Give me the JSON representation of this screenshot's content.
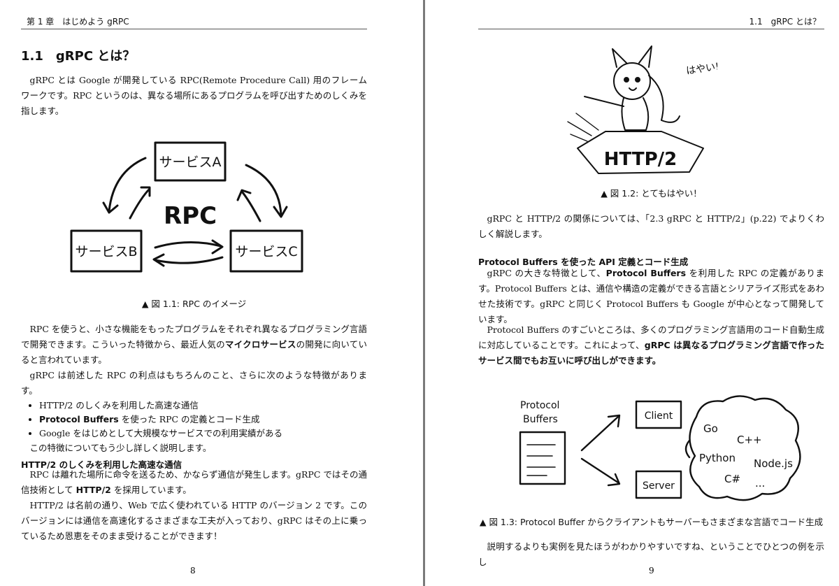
{
  "left": {
    "header": "第 1 章　はじめよう gRPC",
    "section_title": "1.1　gRPC とは？",
    "intro": "gRPC とは Google が開発している RPC(Remote Procedure Call) 用のフレームワークです。RPC というのは、異なる場所にあるプログラムを呼び出すためのしくみを指します。",
    "figure": {
      "node_a": "サービスA",
      "node_b": "サービスB",
      "node_c": "サービスC",
      "center": "RPC",
      "caption": "▲ 図 1.1: RPC のイメージ"
    },
    "para1_before": "RPC を使うと、小さな機能をもったプログラムをそれぞれ異なるプログラミング言語で開発できます。こういった特徴から、最近人気の",
    "para1_bold": "マイクロサービス",
    "para1_after": "の開発に向いていると言われています。",
    "para2": "gRPC は前述した RPC の利点はもちろんのこと、さらに次のような特徴があります。",
    "bullets": {
      "b1": "HTTP/2 のしくみを利用した高速な通信",
      "b2_bold": "Protocol Buffers",
      "b2_rest": " を使った RPC の定義とコード生成",
      "b3": "Google をはじめとして大規模なサービスでの利用実績がある"
    },
    "para3": "この特徴についてもう少し詳しく説明します。",
    "sub_heading": "HTTP/2 のしくみを利用した高速な通信",
    "para4_before": "RPC は離れた場所に命令を送るため、かならず通信が発生します。gRPC ではその通信技術として ",
    "para4_bold": "HTTP/2",
    "para4_after": " を採用しています。",
    "para5": "HTTP/2 は名前の通り、Web で広く使われている HTTP のバージョン 2 です。このバージョンには通信を高速化するさまざまな工夫が入っており、gRPC はその上に乗っているため恩恵をそのまま受けることができます！",
    "page_number": "8"
  },
  "right": {
    "header": "1.1　gRPC とは？",
    "figure1": {
      "speech": "はやい!",
      "board_text": "HTTP/2",
      "caption": "▲ 図 1.2: とてもはやい！"
    },
    "para1": "gRPC と HTTP/2 の関係については、「2.3 gRPC と HTTP/2」(p.22) でよりくわしく解説します。",
    "sub_heading": "Protocol Buffers を使った API 定義とコード生成",
    "para2_before": "gRPC の大きな特徴として、",
    "para2_bold": "Protocol Buffers",
    "para2_after": " を利用した RPC の定義があります。Protocol Buffers とは、通信や構造の定義ができる言語とシリアライズ形式をあわせた技術です。gRPC と同じく Protocol Buffers も Google が中心となって開発しています。",
    "para3_before": "Protocol Buffers のすごいところは、多くのプログラミング言語用のコード自動生成に対応していることです。これによって、",
    "para3_bold": "gRPC は異なるプログラミング言語で作ったサービス間でもお互いに呼び出しができます。",
    "figure2": {
      "label_line1": "Protocol",
      "label_line2": "Buffers",
      "client": "Client",
      "server": "Server",
      "lang_go": "Go",
      "lang_cpp": "C++",
      "lang_python": "Python",
      "lang_node": "Node.js",
      "lang_cs": "C#",
      "lang_more": "...",
      "caption": "▲ 図 1.3: Protocol Buffer からクライアントもサーバーもさまざまな言語でコード生成"
    },
    "para4": "説明するよりも実例を見たほうがわかりやすいですね、ということでひとつの例を示し",
    "page_number": "9"
  }
}
